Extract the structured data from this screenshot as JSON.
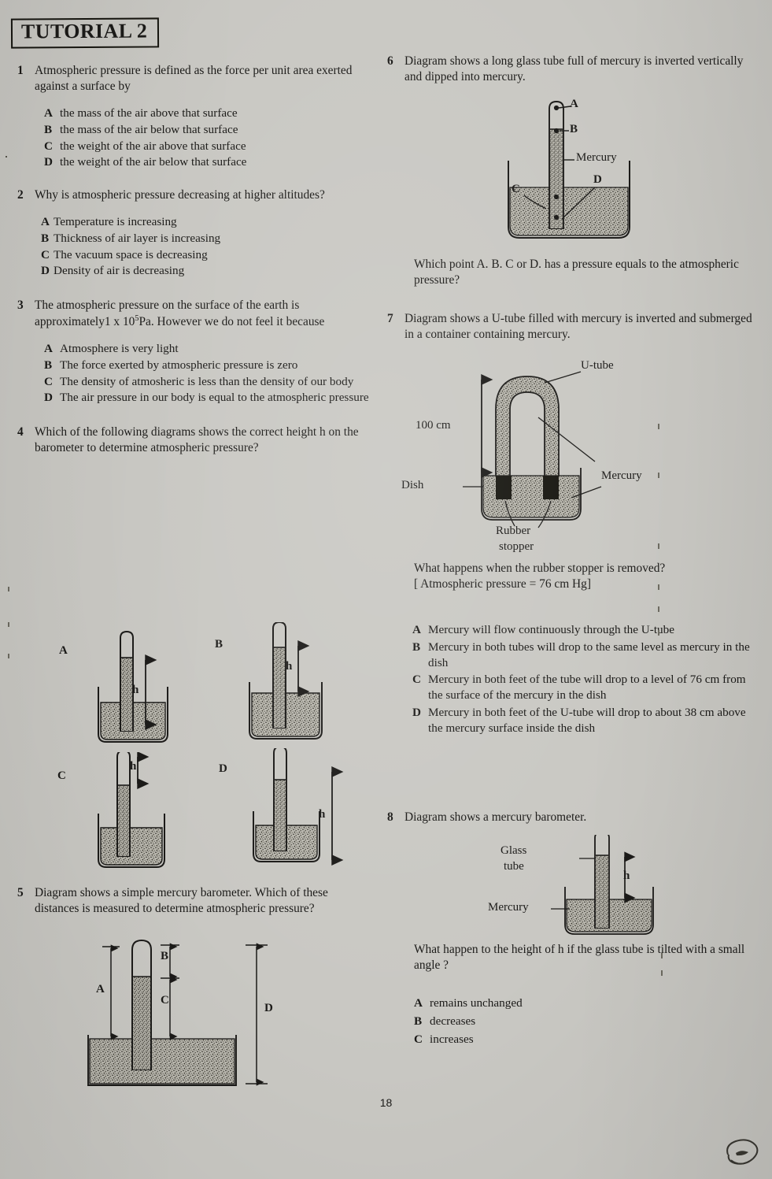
{
  "document": {
    "title": "TUTORIAL 2",
    "page_number": "18"
  },
  "questions": [
    {
      "number": "1",
      "stem": "Atmospheric pressure is defined as the force per unit area exerted against a surface by",
      "options": [
        {
          "letter": "A",
          "text": "the mass of the air above that surface"
        },
        {
          "letter": "B",
          "text": "the mass of the air below that surface"
        },
        {
          "letter": "C",
          "text": "the weight of the air above that surface"
        },
        {
          "letter": "D",
          "text": "the weight of the air below that surface"
        }
      ]
    },
    {
      "number": "2",
      "stem": "Why is atmospheric pressure decreasing at higher altitudes?",
      "options": [
        {
          "letter": "A",
          "text": "Temperature is increasing"
        },
        {
          "letter": "B",
          "text": "Thickness of air layer is increasing"
        },
        {
          "letter": "C",
          "text": "The vacuum space is decreasing"
        },
        {
          "letter": "D",
          "text": "Density of air  is decreasing"
        }
      ]
    },
    {
      "number": "3",
      "stem_pre": "The atmospheric pressure on the surface of the earth is approximately1 x 10",
      "stem_sup": "5",
      "stem_post": "Pa. However we do not feel it because",
      "options": [
        {
          "letter": "A",
          "text": "Atmosphere is very light"
        },
        {
          "letter": "B",
          "text": "The force exerted by atmospheric pressure is zero"
        },
        {
          "letter": "C",
          "text": "The density of atmosheric is less than the density of our body"
        },
        {
          "letter": "D",
          "text": "The air pressure in our body is equal to the atmospheric pressure"
        }
      ]
    },
    {
      "number": "4",
      "stem": "Which of the following diagrams shows the correct height h on the barometer to determine atmospheric pressure?",
      "diagram_labels": {
        "a": "A",
        "b": "B",
        "c": "C",
        "d": "D",
        "h": "h"
      }
    },
    {
      "number": "5",
      "stem": "Diagram shows a simple mercury  barometer. Which of these distances is  measured to determine atmospheric pressure?",
      "diagram_labels": {
        "a": "A",
        "b": "B",
        "c": "C",
        "d": "D"
      }
    },
    {
      "number": "6",
      "stem": "Diagram shows a long glass tube full of mercury is inverted vertically and dipped into mercury.",
      "diagram_labels": {
        "a": "A",
        "b": "B",
        "c": "C",
        "d": "D",
        "mercury": "Mercury"
      },
      "follow_up": "Which point A. B. C or D. has a pressure equals to the atmospheric pressure?"
    },
    {
      "number": "7",
      "stem": "Diagram shows a U-tube filled with mercury is inverted and submerged in a container containing mercury.",
      "diagram_labels": {
        "u_tube": "U-tube",
        "height": "100 cm",
        "dish": "Dish",
        "mercury": "Mercury",
        "stopper_line1": "Rubber",
        "stopper_line2": "stopper"
      },
      "follow_up_line1": "What happens when the rubber stopper is removed?",
      "follow_up_line2": "[ Atmospheric pressure = 76 cm Hg]",
      "options": [
        {
          "letter": "A",
          "text": "Mercury will flow continuously through the U-tube"
        },
        {
          "letter": "B",
          "text": "Mercury in both tubes will drop to the same level as mercury in the dish"
        },
        {
          "letter": "C",
          "text": "Mercury in both feet of the tube will drop to a level of 76 cm from the surface of the mercury in the dish"
        },
        {
          "letter": "D",
          "text": "Mercury in both feet of the U-tube will drop to about 38 cm above the mercury surface inside the dish"
        }
      ]
    },
    {
      "number": "8",
      "stem": "Diagram shows a mercury barometer.",
      "diagram_labels": {
        "glass_line1": "Glass",
        "glass_line2": "tube",
        "mercury": "Mercury",
        "h": "h"
      },
      "follow_up": "What happen to the height of h if the glass tube is tilted with a small angle ?",
      "options": [
        {
          "letter": "A",
          "text": "remains unchanged"
        },
        {
          "letter": "B",
          "text": "decreases"
        },
        {
          "letter": "C",
          "text": "increases"
        }
      ]
    }
  ],
  "colors": {
    "paper": "#c9c8c3",
    "ink": "#1b1a18",
    "mercury_fill": "#9a988f"
  }
}
